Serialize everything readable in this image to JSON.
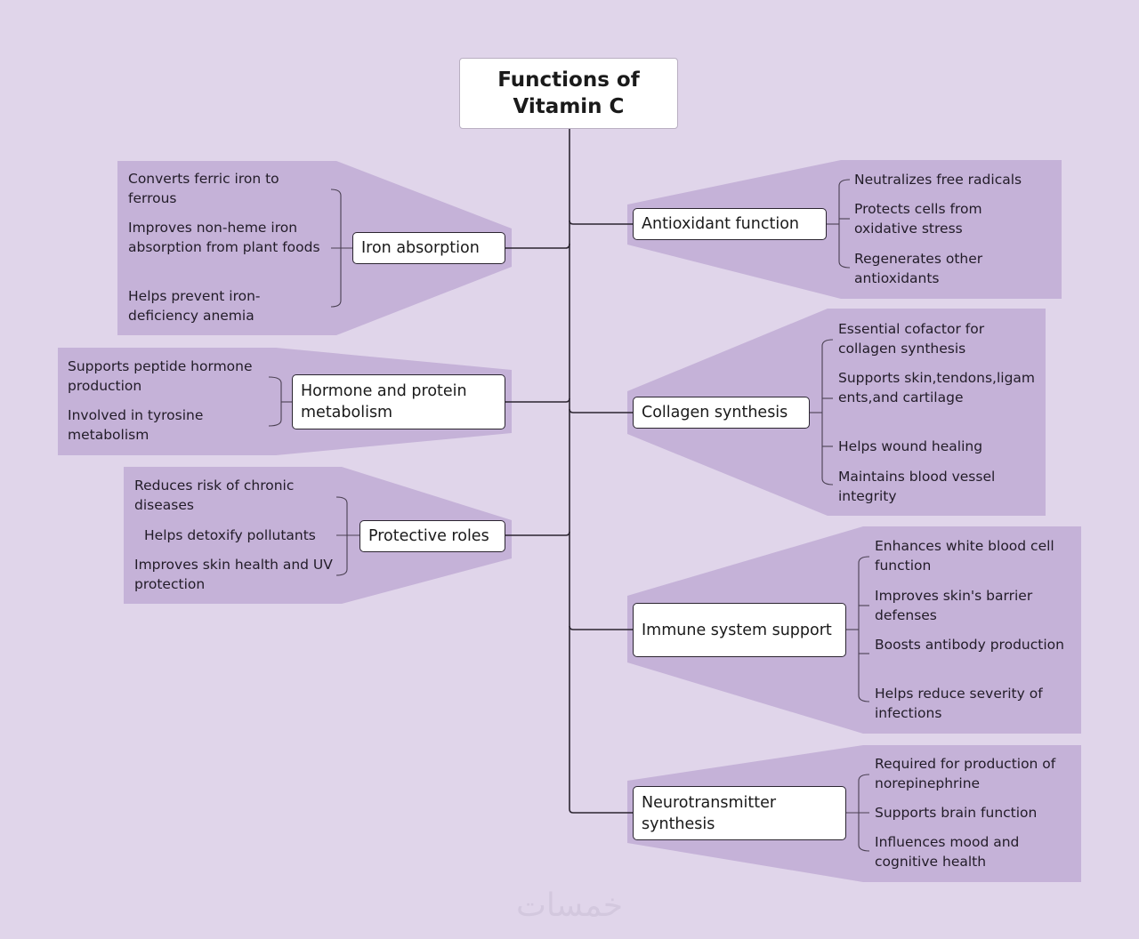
{
  "title": "Functions of Vitamin C",
  "title_lines": [
    "Functions of",
    "Vitamin C"
  ],
  "colors": {
    "background": "#e0d5ea",
    "callout": "#c5b2d8",
    "line": "#2b2530",
    "node_fill": "#ffffff"
  },
  "branches": [
    {
      "id": "iron",
      "side": "left",
      "label": "Iron absorption",
      "items": [
        "Converts ferric iron to ferrous",
        "Improves non-heme iron absorption from plant foods",
        "Helps prevent iron-deficiency anemia"
      ]
    },
    {
      "id": "hormone",
      "side": "left",
      "label": "Hormone and protein metabolism",
      "items": [
        "Supports peptide hormone production",
        "Involved in tyrosine metabolism"
      ]
    },
    {
      "id": "protective",
      "side": "left",
      "label": "Protective roles",
      "items": [
        "Reduces risk of chronic diseases",
        "Helps detoxify pollutants",
        "Improves skin health and UV protection"
      ]
    },
    {
      "id": "antioxidant",
      "side": "right",
      "label": "Antioxidant function",
      "items": [
        "Neutralizes free radicals",
        "Protects cells from oxidative stress",
        "Regenerates other antioxidants"
      ]
    },
    {
      "id": "collagen",
      "side": "right",
      "label": "Collagen synthesis",
      "items": [
        "Essential cofactor for collagen synthesis",
        "Supports skin,tendons,ligaments,and cartilage",
        "Helps wound healing",
        "Maintains blood vessel integrity"
      ]
    },
    {
      "id": "immune",
      "side": "right",
      "label": "Immune system support",
      "items": [
        "Enhances white blood cell function",
        "Improves skin's barrier defenses",
        "Boosts antibody production",
        "Helps reduce severity of infections"
      ]
    },
    {
      "id": "neuro",
      "side": "right",
      "label": "Neurotransmitter synthesis",
      "items": [
        "Required for production of norepinephrine",
        "Supports brain function",
        "Influences mood and cognitive health"
      ]
    }
  ],
  "watermark": "خمسات"
}
